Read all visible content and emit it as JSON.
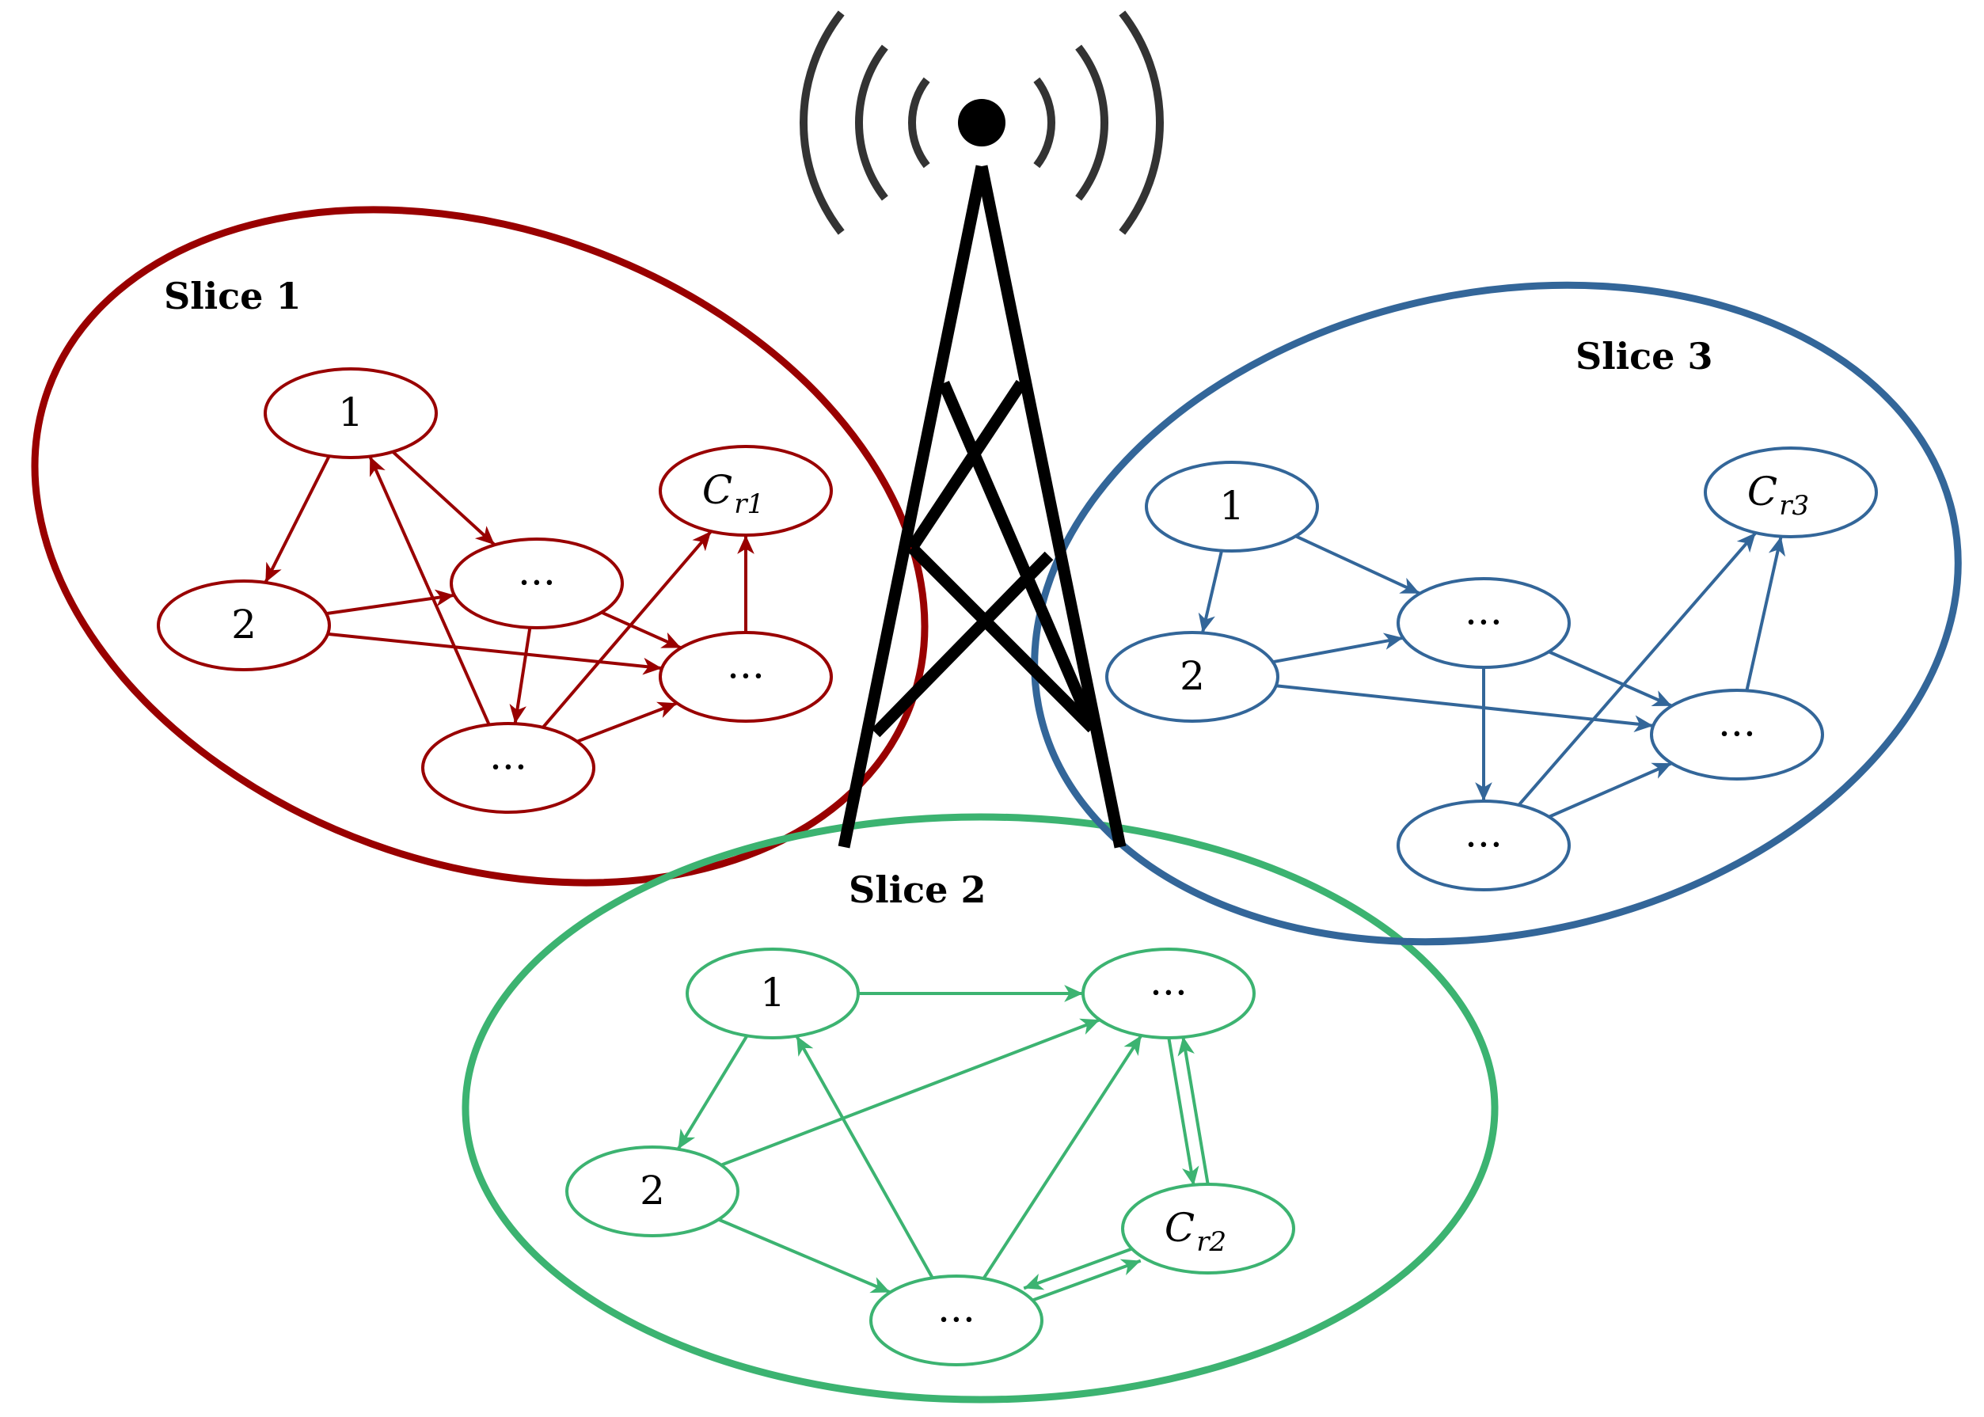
{
  "colors": {
    "slice1": "#990000",
    "slice2": "#3cb371",
    "slice3": "#336699",
    "tower": "#000000",
    "signal": "#333333"
  },
  "icon": "radio-tower-icon",
  "slices": [
    {
      "title": "Slice 1",
      "color_key": "slice1",
      "nodes": [
        {
          "id": "s1-n1",
          "label": "1"
        },
        {
          "id": "s1-n2",
          "label": "2"
        },
        {
          "id": "s1-na",
          "label": "···"
        },
        {
          "id": "s1-nb",
          "label": "···"
        },
        {
          "id": "s1-nc",
          "label": "···"
        },
        {
          "id": "s1-cr",
          "label": "C",
          "sub": "r1"
        }
      ],
      "edges": [
        [
          "s1-n1",
          "s1-n2"
        ],
        [
          "s1-n1",
          "s1-na"
        ],
        [
          "s1-n2",
          "s1-na"
        ],
        [
          "s1-n2",
          "s1-nb"
        ],
        [
          "s1-na",
          "s1-nb"
        ],
        [
          "s1-na",
          "s1-nc"
        ],
        [
          "s1-nc",
          "s1-n1"
        ],
        [
          "s1-nc",
          "s1-cr"
        ],
        [
          "s1-nc",
          "s1-nb"
        ],
        [
          "s1-nb",
          "s1-cr"
        ]
      ]
    },
    {
      "title": "Slice 2",
      "color_key": "slice2",
      "nodes": [
        {
          "id": "s2-n1",
          "label": "1"
        },
        {
          "id": "s2-na",
          "label": "···"
        },
        {
          "id": "s2-n2",
          "label": "2"
        },
        {
          "id": "s2-cr",
          "label": "C",
          "sub": "r2"
        },
        {
          "id": "s2-nb",
          "label": "···"
        }
      ],
      "edges": [
        [
          "s2-n1",
          "s2-na"
        ],
        [
          "s2-n1",
          "s2-n2"
        ],
        [
          "s2-n2",
          "s2-na"
        ],
        [
          "s2-n2",
          "s2-nb"
        ],
        [
          "s2-nb",
          "s2-n1"
        ],
        [
          "s2-nb",
          "s2-na"
        ],
        [
          "s2-na",
          "s2-cr"
        ],
        [
          "s2-cr",
          "s2-na"
        ],
        [
          "s2-nb",
          "s2-cr"
        ],
        [
          "s2-cr",
          "s2-nb"
        ]
      ]
    },
    {
      "title": "Slice 3",
      "color_key": "slice3",
      "nodes": [
        {
          "id": "s3-n1",
          "label": "1"
        },
        {
          "id": "s3-cr",
          "label": "C",
          "sub": "r3"
        },
        {
          "id": "s3-na",
          "label": "···"
        },
        {
          "id": "s3-n2",
          "label": "2"
        },
        {
          "id": "s3-nb",
          "label": "···"
        },
        {
          "id": "s3-nc",
          "label": "···"
        }
      ],
      "edges": [
        [
          "s3-n1",
          "s3-n2"
        ],
        [
          "s3-n1",
          "s3-na"
        ],
        [
          "s3-n2",
          "s3-na"
        ],
        [
          "s3-n2",
          "s3-nb"
        ],
        [
          "s3-na",
          "s3-nb"
        ],
        [
          "s3-na",
          "s3-nc"
        ],
        [
          "s3-nc",
          "s3-cr"
        ],
        [
          "s3-nc",
          "s3-nb"
        ],
        [
          "s3-nb",
          "s3-cr"
        ]
      ]
    }
  ]
}
